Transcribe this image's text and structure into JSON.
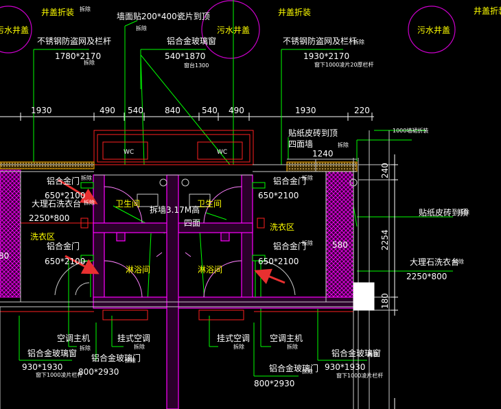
{
  "colors": {
    "background": "#000000",
    "wall": "#ff00ff",
    "annotation": "#00ff00",
    "text": "#ffffff",
    "room_label": "#ffff00",
    "dimension": "#ffff00",
    "red": "#ff2020",
    "pink": "#ff80ff",
    "arrow": "#e83030",
    "circle": "#cc00cc"
  },
  "labels": {
    "manhole_cover_left": "井盖折装",
    "manhole_cover_right": "井盖折装",
    "sewage_manhole_left": "污水井盖",
    "sewage_manhole_right": "污水井盖",
    "wall_tile_top": "墙面贴200*400瓷片到顶",
    "alum_window_top": "铝合金玻璃窗",
    "alum_window_top_size": "540*1870",
    "alum_window_top_note": "窗台1300",
    "rail_left": "不锈钢防盗网及栏杆",
    "rail_left_size": "1780*2170",
    "rail_right": "不锈钢防盗网及栏杆",
    "rail_right_size": "1930*2170",
    "rail_right_note": "窗下1000凌片20厚栏杆",
    "paper_tile_top": "贴纸皮砖到顶",
    "four_walls": "四面墙",
    "paper_tile_right": "贴纸皮砖到顶",
    "room_top_left_door": "铝合金门",
    "door_size_1": "650*2100",
    "marble_left": "大理石洗衣台",
    "marble_left_size": "2250*800",
    "laundry_left": "洗衣区",
    "room_mid_left_door": "铝合金门",
    "door_size_2": "650*2100",
    "bathroom_left": "卫生间",
    "bathroom_right": "卫生间",
    "shower_left": "淋浴间",
    "shower_right": "淋浴间",
    "demolish": "拆墙3.17M高",
    "four_sides": "四面",
    "door_right_top": "铝合金门",
    "door_size_3": "650*2100",
    "door_right_mid": "铝合金门",
    "door_size_4": "650*2100",
    "laundry_right": "洗衣区",
    "marble_right": "大理石洗衣台",
    "marble_right_size": "2250*800",
    "ac_main_left": "空调主机",
    "ac_hang_left": "挂式空调",
    "ac_hang_right": "挂式空调",
    "ac_main_right": "空调主机",
    "alum_window_bl": "铝合金玻璃窗",
    "alum_window_bl_size": "930*1930",
    "alum_window_bl_note": "窗下1000凌片栏杆",
    "alum_door_bl": "铝合金玻璃门",
    "alum_door_bl_size": "800*2930",
    "alum_door_br": "铝合金玻璃门",
    "alum_door_br_size": "800*2930",
    "alum_window_br": "铝合金玻璃窗",
    "alum_window_br_size": "930*1930",
    "alum_window_br_note": "窗下1000凌片栏杆",
    "wc_left": "WC",
    "wc_right": "WC",
    "note_1000": "1000墙裙折装",
    "dismantle": "拆除",
    "edge_80": "80"
  },
  "dimensions": {
    "top": [
      "1930",
      "490",
      "540",
      "840",
      "540",
      "490",
      "1930",
      "220"
    ],
    "d1240": "1240",
    "d580": "580",
    "right_vertical": [
      "240",
      "2254",
      "180"
    ]
  }
}
